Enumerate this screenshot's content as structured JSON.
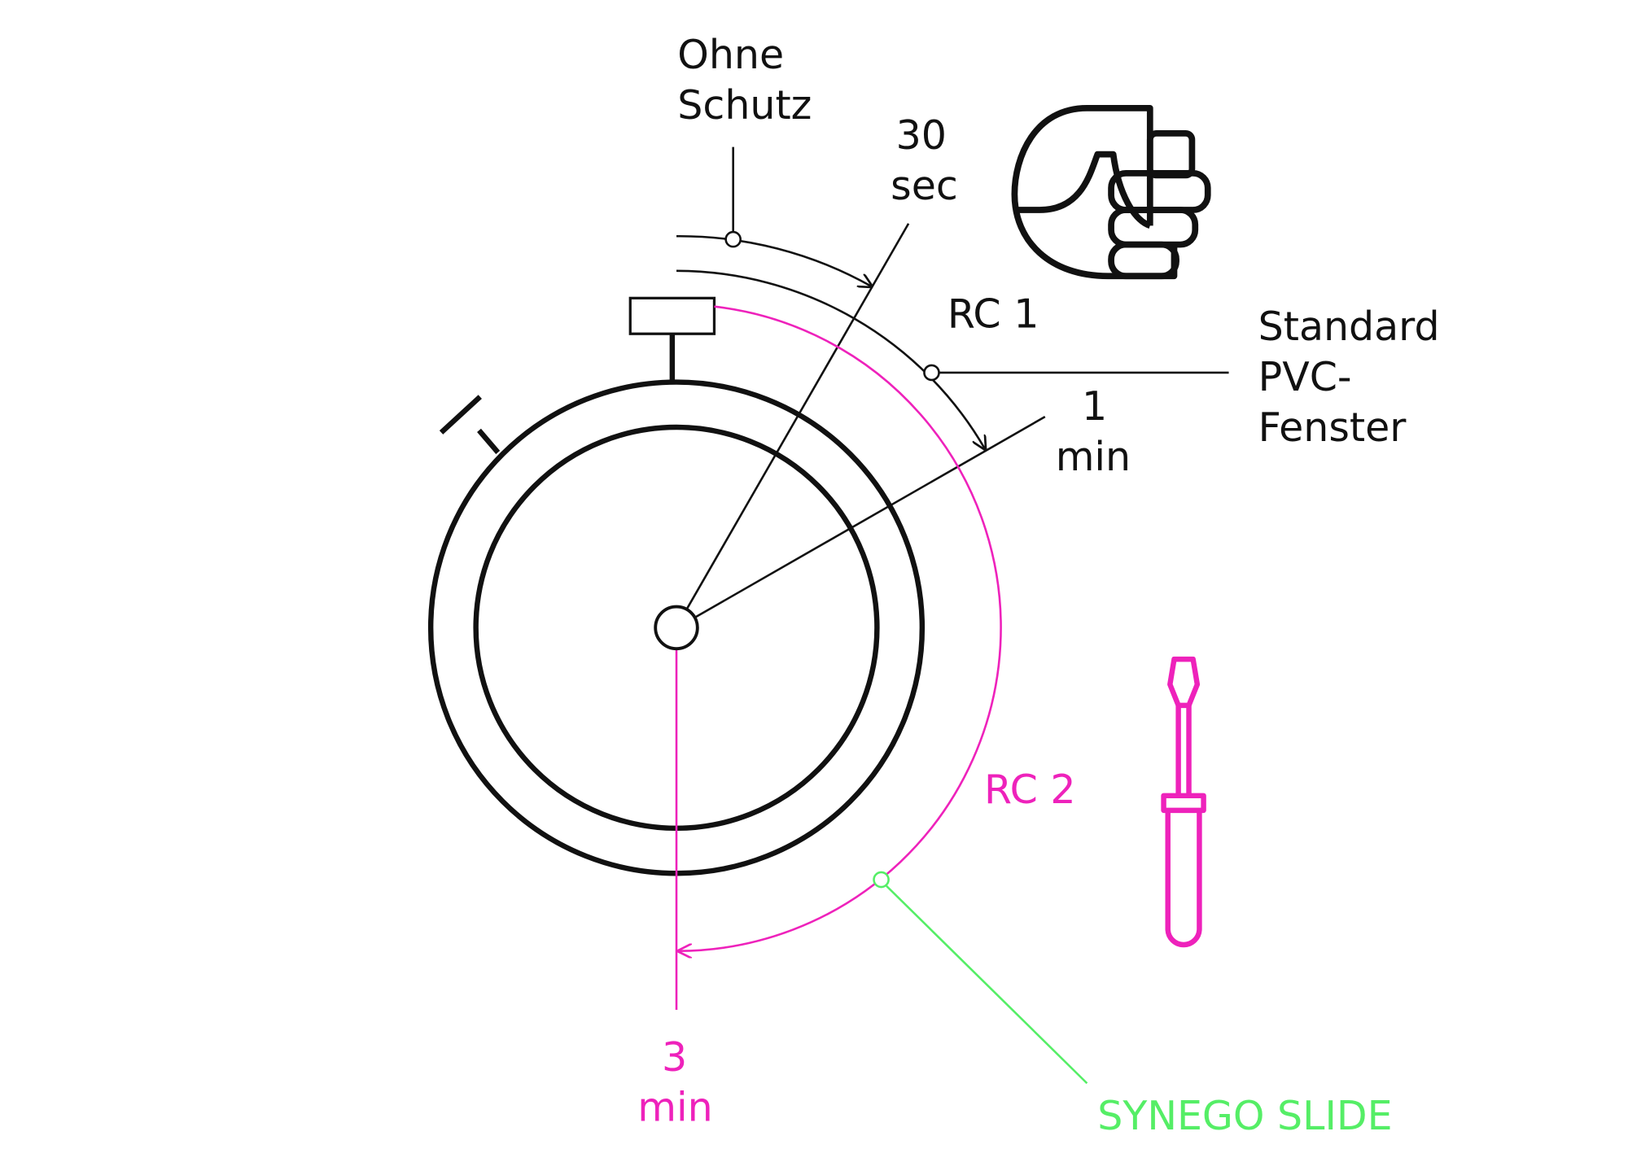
{
  "colors": {
    "black": "#111111",
    "magenta": "#ee22bb",
    "green": "#55ee66"
  },
  "labels": {
    "ohne_schutz": [
      "Ohne",
      "Schutz"
    ],
    "sec30": [
      "30",
      "sec"
    ],
    "rc1": "RC 1",
    "standard_pvc": [
      "Standard",
      "PVC-",
      "Fenster"
    ],
    "min1": [
      "1",
      "min"
    ],
    "rc2": "RC 2",
    "min3": [
      "3",
      "min"
    ],
    "synego": "SYNEGO SLIDE"
  },
  "icons": [
    "stopwatch-icon",
    "fist-icon",
    "screwdriver-icon"
  ]
}
